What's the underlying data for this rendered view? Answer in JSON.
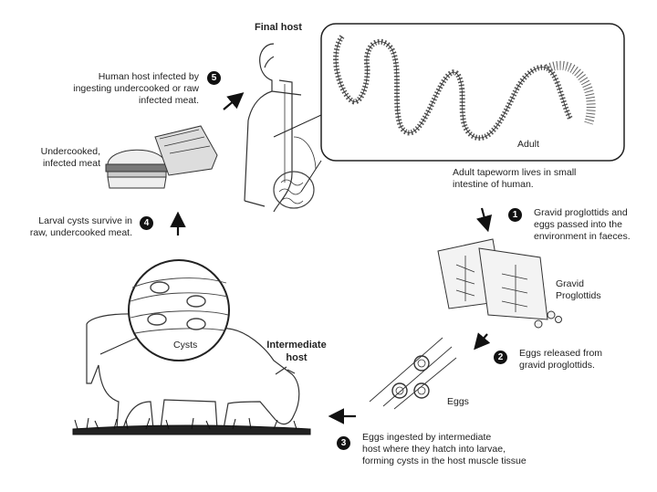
{
  "labels": {
    "final_host": "Final host",
    "adult": "Adult",
    "adult_desc_1": "Adult tapeworm lives in small",
    "adult_desc_2": "intestine of human.",
    "gravid_1": "Gravid",
    "gravid_2": "Proglottids",
    "eggs": "Eggs",
    "cysts": "Cysts",
    "intermediate_1": "Intermediate",
    "intermediate_2": "host",
    "undercooked_1": "Undercooked,",
    "undercooked_2": "infected meat"
  },
  "steps": [
    {
      "num": "1",
      "lines": [
        "Gravid proglottids and",
        "eggs passed into the",
        "environment in faeces."
      ]
    },
    {
      "num": "2",
      "lines": [
        "Eggs released from",
        "gravid proglottids."
      ]
    },
    {
      "num": "3",
      "lines": [
        "Eggs ingested by intermediate",
        "host where they hatch into larvae,",
        "forming cysts in the host muscle tissue"
      ]
    },
    {
      "num": "4",
      "lines": [
        "Larval cysts survive in",
        "raw, undercooked meat."
      ]
    },
    {
      "num": "5",
      "lines": [
        "Human host infected by",
        "ingesting undercooked or raw",
        "infected meat."
      ]
    }
  ]
}
